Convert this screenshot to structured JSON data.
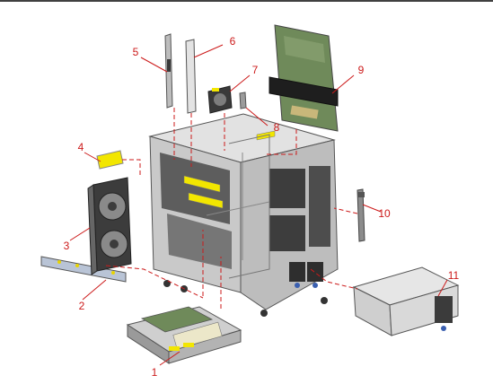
{
  "callouts": [
    {
      "id": "1",
      "label": "1"
    },
    {
      "id": "2",
      "label": "2"
    },
    {
      "id": "3",
      "label": "3"
    },
    {
      "id": "4",
      "label": "4"
    },
    {
      "id": "5",
      "label": "5"
    },
    {
      "id": "6",
      "label": "6"
    },
    {
      "id": "7",
      "label": "7"
    },
    {
      "id": "8",
      "label": "8"
    },
    {
      "id": "9",
      "label": "9"
    },
    {
      "id": "10",
      "label": "10"
    },
    {
      "id": "11",
      "label": "11"
    }
  ],
  "colors": {
    "callout": "#cc1a1a",
    "chassis_light": "#d6d6d6",
    "chassis_mid": "#a9a9a9",
    "chassis_dark": "#6f6f6f",
    "board_green": "#6f8a5a",
    "accent_yellow": "#f2e600"
  }
}
